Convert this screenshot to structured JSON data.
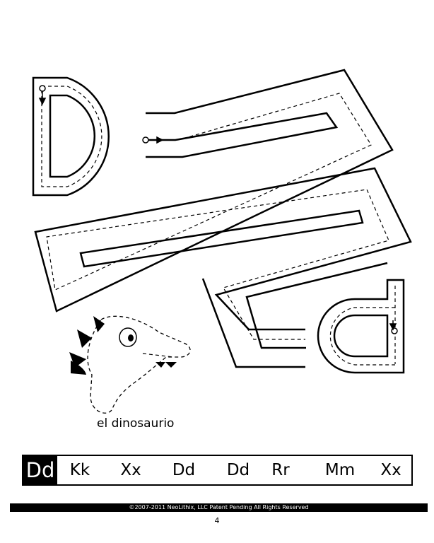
{
  "caption": "el dinosaurio",
  "strip": {
    "target": "Dd",
    "items": [
      "Kk",
      "Xx",
      "Dd",
      "Dd",
      "Rr",
      "Mm",
      "Xx"
    ]
  },
  "footer": {
    "copyright": "©2007-2011 NeoLithix, LLC  Patent Pending  All Rights Reserved",
    "page_number": "4"
  },
  "icons": [
    "start-dot-arrow-icon",
    "dinosaur-head-icon"
  ],
  "colors": {
    "ink": "#000000",
    "paper": "#ffffff"
  }
}
